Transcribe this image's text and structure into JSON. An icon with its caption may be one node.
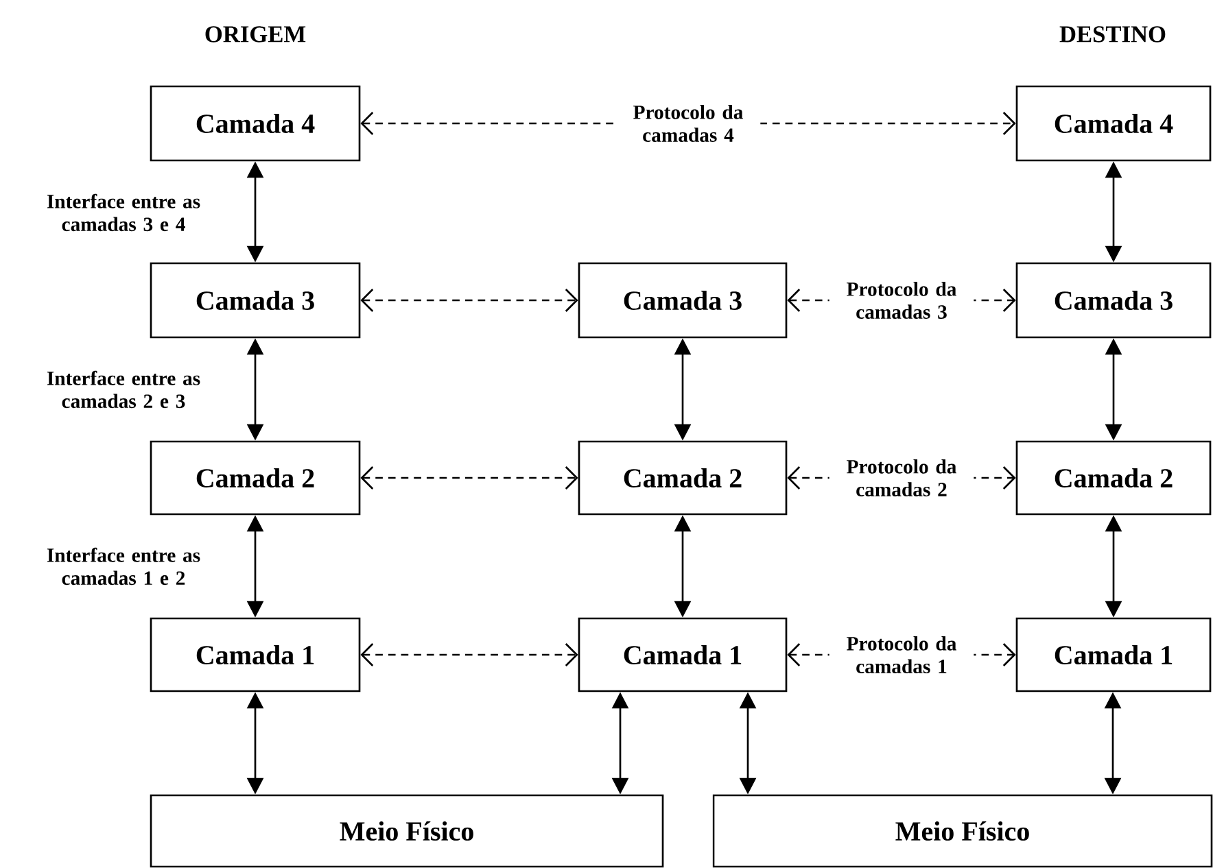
{
  "diagram": {
    "nodes": [
      {
        "text": [
          "Camada 4"
        ]
      },
      {
        "text": [
          "Camada 4"
        ]
      },
      {
        "text": [
          "Camada 3"
        ]
      },
      {
        "text": [
          "Camada 3"
        ]
      },
      {
        "text": [
          "Camada 3"
        ]
      },
      {
        "text": [
          "Camada 2"
        ]
      },
      {
        "text": [
          "Camada 2"
        ]
      },
      {
        "text": [
          "Camada 2"
        ]
      },
      {
        "text": [
          "Camada 1"
        ]
      },
      {
        "text": [
          "Camada 1"
        ]
      },
      {
        "text": [
          "Camada 1"
        ]
      },
      {
        "text": [
          "Meio Físico"
        ]
      },
      {
        "text": [
          "Meio Físico"
        ]
      }
    ],
    "edges": [
      {
        "from": 0,
        "to": 1,
        "arrow": "both",
        "style": "dashed",
        "label": "Protocolo da camadas 4"
      },
      {
        "from": 0,
        "to": 2,
        "arrow": "both",
        "label": "Interface entre as camadas 3 e 4"
      },
      {
        "from": 1,
        "to": 4,
        "arrow": "both"
      },
      {
        "from": 2,
        "to": 3,
        "arrow": "both",
        "style": "dashed"
      },
      {
        "from": 3,
        "to": 4,
        "arrow": "both",
        "style": "dashed",
        "label": "Protocolo da camadas 3"
      },
      {
        "from": 2,
        "to": 5,
        "arrow": "both",
        "label": "Interface entre as camadas 2 e 3"
      },
      {
        "from": 3,
        "to": 6,
        "arrow": "both"
      },
      {
        "from": 4,
        "to": 7,
        "arrow": "both"
      },
      {
        "from": 5,
        "to": 6,
        "arrow": "both",
        "style": "dashed"
      },
      {
        "from": 6,
        "to": 7,
        "arrow": "both",
        "style": "dashed",
        "label": "Protocolo da camadas 2"
      },
      {
        "from": 5,
        "to": 8,
        "arrow": "both",
        "label": "Interface entre as camadas 1 e 2"
      },
      {
        "from": 6,
        "to": 9,
        "arrow": "both"
      },
      {
        "from": 7,
        "to": 10,
        "arrow": "both"
      },
      {
        "from": 8,
        "to": 9,
        "arrow": "both",
        "style": "dashed"
      },
      {
        "from": 9,
        "to": 10,
        "arrow": "both",
        "style": "dashed",
        "label": "Protocolo da camadas 1"
      },
      {
        "from": 8,
        "to": 11,
        "arrow": "both"
      },
      {
        "from": 9,
        "to": 11,
        "arrow": "both"
      },
      {
        "from": 9,
        "to": 12,
        "arrow": "both"
      },
      {
        "from": 10,
        "to": 12,
        "arrow": "both"
      }
    ],
    "labels": [
      "ORIGEM",
      "DESTINO"
    ]
  }
}
